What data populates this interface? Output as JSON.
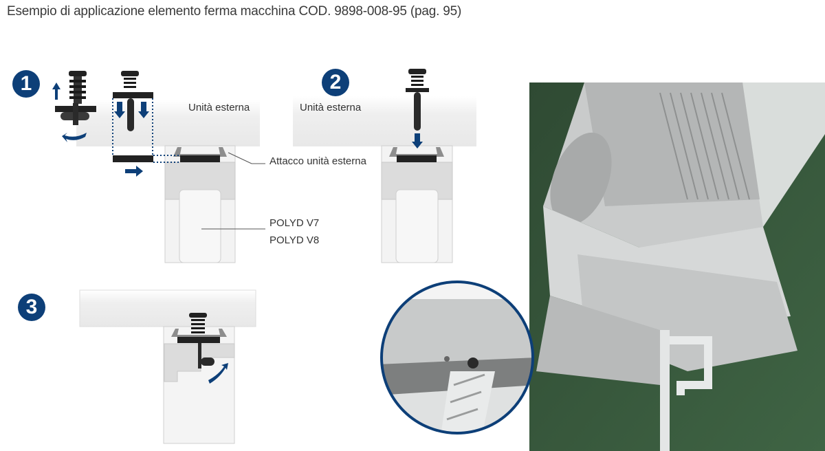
{
  "title": "Esempio di applicazione elemento ferma macchina COD. 9898-008-95 (pag. 95)",
  "steps": [
    {
      "number": "1",
      "unit_label": "Unità esterna"
    },
    {
      "number": "2",
      "unit_label": "Unità esterna"
    },
    {
      "number": "3"
    }
  ],
  "callouts": {
    "attachment": "Attacco unità esterna",
    "product_line1": "POLYD V7",
    "product_line2": "POLYD V8"
  },
  "colors": {
    "accent": "#0d3f78",
    "part": "#222222",
    "panel": "#ececec"
  }
}
